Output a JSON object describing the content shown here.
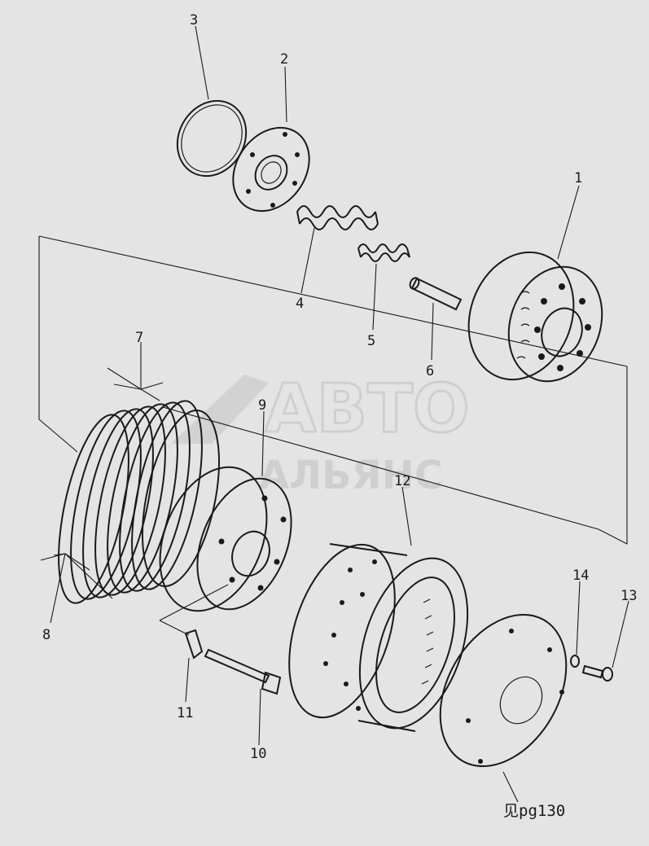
{
  "watermark": {
    "line1": "АВТО",
    "line2": "АЛЬЯНС"
  },
  "callouts": [
    {
      "id": "1",
      "label": "1"
    },
    {
      "id": "2",
      "label": "2"
    },
    {
      "id": "3",
      "label": "3"
    },
    {
      "id": "4",
      "label": "4"
    },
    {
      "id": "5",
      "label": "5"
    },
    {
      "id": "6",
      "label": "6"
    },
    {
      "id": "7",
      "label": "7"
    },
    {
      "id": "8",
      "label": "8"
    },
    {
      "id": "9",
      "label": "9"
    },
    {
      "id": "10",
      "label": "10"
    },
    {
      "id": "11",
      "label": "11"
    },
    {
      "id": "12",
      "label": "12"
    },
    {
      "id": "13",
      "label": "13"
    },
    {
      "id": "14",
      "label": "14"
    }
  ],
  "caption": "见pg130"
}
